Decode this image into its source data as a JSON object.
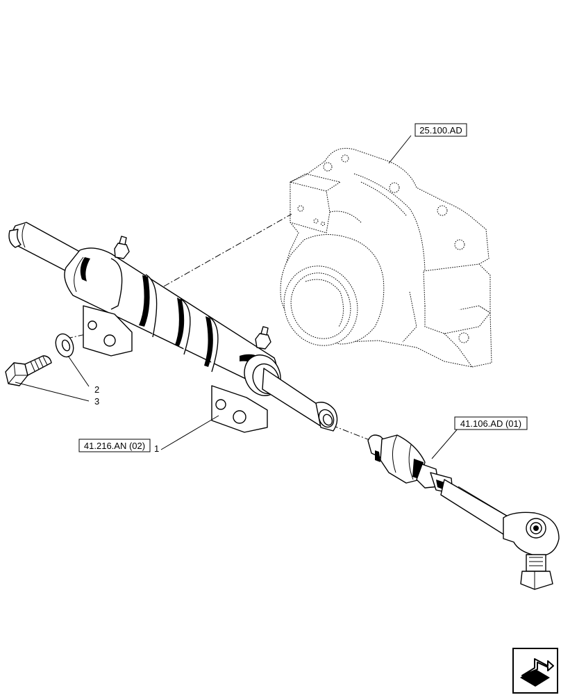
{
  "callouts": {
    "housing_ref": "25.100.AD",
    "tierod_ref": "41.106.AD (01)",
    "cylinder_ref": "41.216.AN (02)"
  },
  "items": {
    "item1": "1",
    "item2": "2",
    "item3": "3"
  },
  "nav_icon": "arrow-navigation-icon"
}
